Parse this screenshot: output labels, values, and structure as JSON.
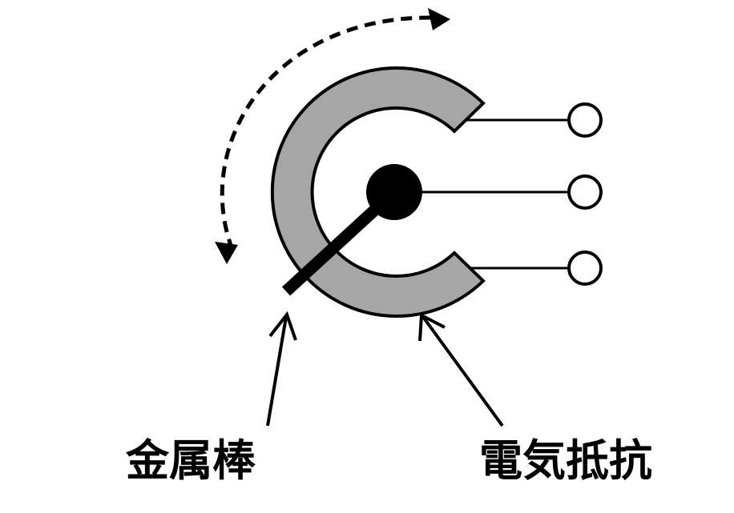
{
  "labels": {
    "metal_rod": "金属棒",
    "resistor": "電気抵抗"
  },
  "colors": {
    "resistor_fill": "#a6a6a6",
    "stroke": "#000000",
    "background": "#ffffff"
  },
  "icons": {
    "rotation_arrow": "curved-double-arrow-dashed",
    "terminal": "open-circle"
  }
}
